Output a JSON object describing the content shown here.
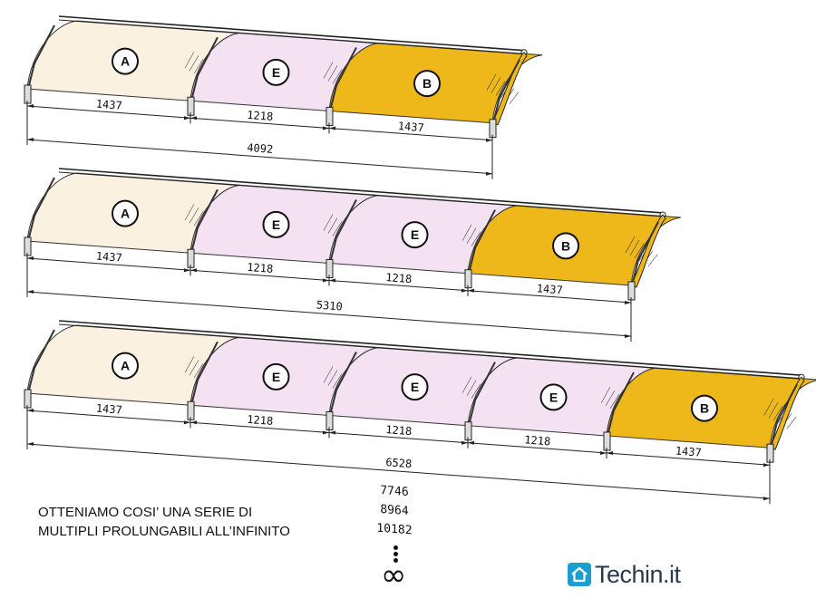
{
  "colors": {
    "panel_A": "#fbf1e0",
    "panel_E": "#f4e2f2",
    "panel_B": "#efb81a",
    "outline": "#333333"
  },
  "rows": [
    {
      "name": "row-1",
      "panels": [
        "A",
        "E",
        "B"
      ],
      "dims": [
        "1437",
        "1218",
        "1437"
      ],
      "total": "4092"
    },
    {
      "name": "row-2",
      "panels": [
        "A",
        "E",
        "E",
        "B"
      ],
      "dims": [
        "1437",
        "1218",
        "1218",
        "1437"
      ],
      "total": "5310"
    },
    {
      "name": "row-3",
      "panels": [
        "A",
        "E",
        "E",
        "E",
        "B"
      ],
      "dims": [
        "1437",
        "1218",
        "1218",
        "1218",
        "1437"
      ],
      "total": "6528"
    }
  ],
  "more_totals": [
    "7746",
    "8964",
    "10182"
  ],
  "caption": {
    "line1": "OTTENIAMO COSI’ UNA SERIE DI",
    "line2": "MULTIPLI PROLUNGABILI ALL’INFINITO"
  },
  "infinity": "∞",
  "logo": {
    "brand": "Techin.it",
    "icon": "house-icon"
  }
}
